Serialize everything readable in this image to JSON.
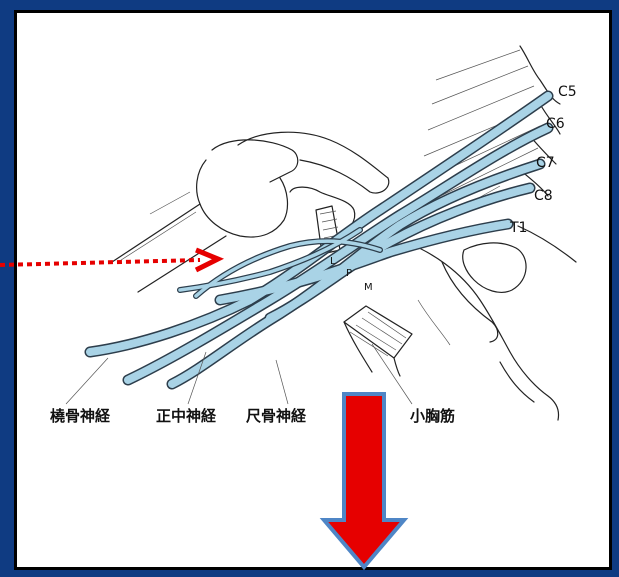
{
  "roots": [
    "C5",
    "C6",
    "C7",
    "C8",
    "T1"
  ],
  "cords": [
    "L",
    "P",
    "M"
  ],
  "nerves": {
    "radial": "橈骨神経",
    "median": "正中神経",
    "ulnar": "尺骨神経",
    "pec_minor": "小胸筋"
  },
  "colors": {
    "background": "#0f3b82",
    "nerve_fill": "#a9d3e6",
    "arrow_fill": "#e60000",
    "arrow_border": "#4f86c6",
    "dotted_arrow": "#e60000"
  }
}
